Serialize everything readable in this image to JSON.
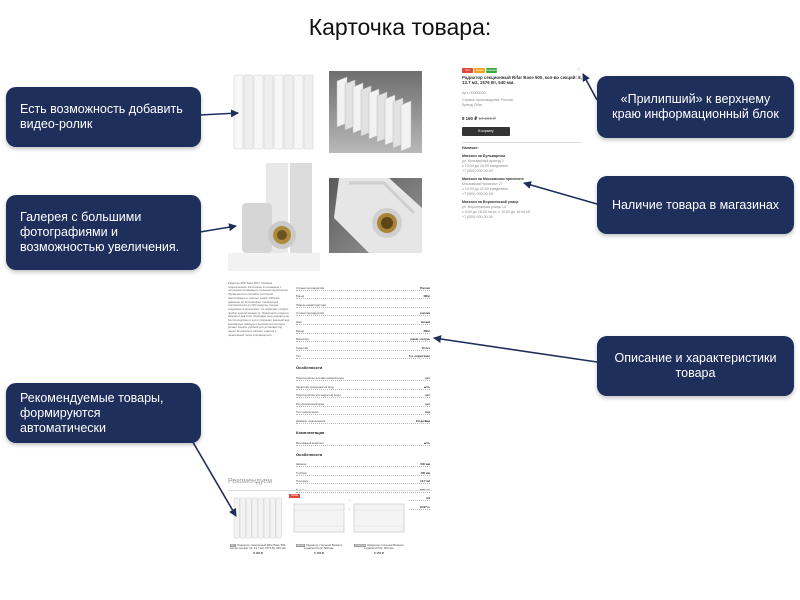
{
  "page_title": "Карточка товара:",
  "callouts": {
    "video": "Есть возможность добавить\nвидео-ролик",
    "gallery": "Галерея с большими\nфотографиями и\nвозможностью увеличения.",
    "recommended": "Рекомендуемые товары,\nформируются автоматически",
    "sticky": "«Прилипший» к верхнему\nкраю информационный блок",
    "stock": "Наличие товара в магазинах",
    "description": "Описание и характеристики\nтовара"
  },
  "product": {
    "badges": [
      {
        "label": "Хит",
        "color": "#e0463b"
      },
      {
        "label": "Акция",
        "color": "#f0a21e"
      },
      {
        "label": "Новинка",
        "color": "#39a845"
      }
    ],
    "title": "Радиатор секционный Rifar Base 500, кол-во секций: 8, 13.7 м2, 1576 Вт, 640 мм.",
    "sku": "Арт. 00000000",
    "line1": "Страна: производства: Россия",
    "line2": "Бренд: Rifar",
    "price": "8 160 ₽",
    "old_price": "10 200 ₽",
    "cart_button": "В корзину",
    "availability_title": "Наличие:",
    "stores": [
      {
        "name": "Магазин на Бульварном",
        "lines": [
          "ул. Бульварный проезд 2",
          "с 10:00 до 20:00 ежедневно",
          "+7 (000) 000-00-00"
        ]
      },
      {
        "name": "Магазин на Московском проспекте",
        "lines": [
          "Московский проспект 27",
          "с 10:00 до 20:00 ежедневно",
          "+7 (000) 000-00-00"
        ]
      },
      {
        "name": "Магазин на Воронежской улице",
        "lines": [
          "ул. Воронежская улица 14",
          "с 9:00 до 18:00 пн-пт, с 10:00 до 16:00 сб",
          "+7 (000) 000-00-00"
        ]
      }
    ]
  },
  "description_text": "Радиатор Rifar Base 500 с боковым подключением. Изготовлен из алюминия с латунными вставками и стальным сердечником. Применяется в системах отопления многоэтажных и частных домов. Рабочее давление до 20 атмосфер, температура теплоносителя до 135 градусов. Секции соединяются ниппелями, что позволяет собрать прибор нужной мощности. Поверхность покрыта эмалью в два слоя, благодаря чему радиатор не боится коррозии и долго сохраняет внешний вид. Компактные размеры и высокая теплоотдача делают модель удобной для установки под окном. В комплекте паспорт изделия и гарантийный талон производителя.",
  "specs": {
    "rows1": [
      {
        "k": "Страна производства",
        "v": "Россия"
      },
      {
        "k": "Бренд",
        "v": "Rifar"
      },
      {
        "k": "Общие характеристики",
        "v": ""
      },
      {
        "k": "Страна производства",
        "v": "россия"
      },
      {
        "k": "Цвет",
        "v": "белый"
      },
      {
        "k": "Бренд",
        "v": "Rifar"
      },
      {
        "k": "Материал",
        "v": "алюм., латунь"
      },
      {
        "k": "Гарантия",
        "v": "10 лет"
      },
      {
        "k": "Тип",
        "v": "5 л, серия base"
      }
    ],
    "head2": "Особенности",
    "rows2": [
      {
        "k": "Приспособлен для автономной воды",
        "v": "нет"
      },
      {
        "k": "Защитная прокладка на воду",
        "v": "есть"
      },
      {
        "k": "Приспособлен для закрытой воды",
        "v": "нет"
      },
      {
        "k": "Регулировочный кран",
        "v": "нет"
      },
      {
        "k": "Тип подключения",
        "v": "бок"
      },
      {
        "k": "Диаметр подключения",
        "v": "1/2 дюйма"
      }
    ],
    "head3": "Комплектация",
    "rows3": [
      {
        "k": "Монтажный комплект",
        "v": "есть"
      }
    ],
    "head4": "Особенности",
    "rows4": [
      {
        "k": "Ширина",
        "v": "640 мм"
      },
      {
        "k": "Глубина",
        "v": "100 мм"
      },
      {
        "k": "Площадь",
        "v": "13.7 м2"
      },
      {
        "k": "Высота",
        "v": "500 мм"
      },
      {
        "k": "Диаметр подключения",
        "v": "1/2"
      },
      {
        "k": "Вес",
        "v": "10.97 кг"
      }
    ]
  },
  "recommended": {
    "title": "Рекомендуем",
    "items": [
      {
        "tag": "Хит",
        "name": "Радиатор секционный Rifar Base 500, кол-во секций: 10, 13.7 м2, 1576 Вт, 640 мм.",
        "price": "8 160 ₽",
        "sale_badge": ""
      },
      {
        "tag": "Акция",
        "name": "Радиатор стальной Buderus Logatrend C22, 500 мм.",
        "price": "6 150 ₽",
        "sale_badge": "SALE"
      },
      {
        "tag": "Новинка",
        "name": "Радиатор стальной Buderus Logatrend C22, 600 мм.",
        "price": "6 150 ₽",
        "sale_badge": ""
      }
    ]
  },
  "colors": {
    "callout_bg": "#1f2f5c",
    "arrow": "#1f2f5c"
  }
}
